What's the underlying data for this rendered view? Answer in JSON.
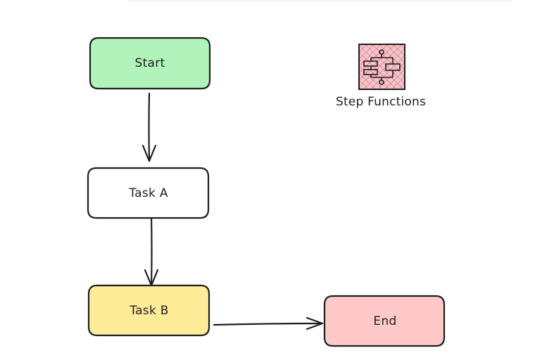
{
  "diagram": {
    "nodes": {
      "start": {
        "label": "Start",
        "fill": "#b2f2bb"
      },
      "task_a": {
        "label": "Task A",
        "fill": "#ffffff"
      },
      "task_b": {
        "label": "Task B",
        "fill": "#ffec99"
      },
      "end": {
        "label": "End",
        "fill": "#ffc9c9"
      }
    },
    "icon": {
      "name": "step-functions-icon",
      "label": "Step Functions",
      "fill": "#f3c6cf",
      "hatch": "#d9534f"
    },
    "edges": [
      {
        "from": "Start",
        "to": "Task A"
      },
      {
        "from": "Task A",
        "to": "Task B"
      },
      {
        "from": "Task B",
        "to": "End"
      }
    ],
    "stroke_color": "#1e1e1e"
  }
}
